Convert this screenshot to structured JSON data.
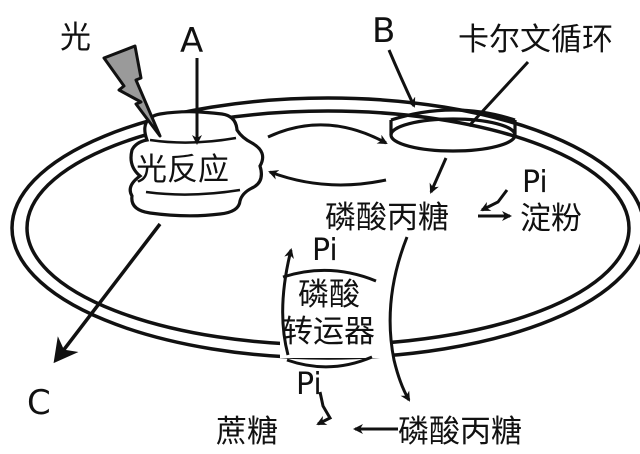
{
  "labels": {
    "light": "光",
    "a": "A",
    "b": "B",
    "c": "C",
    "calvin_cycle": "卡尔文循环",
    "light_reaction": "光反应",
    "triose_phosphate_inner": "磷酸丙糖",
    "pi_starch": "Pi",
    "starch": "淀粉",
    "pi_transporter_top": "Pi",
    "transporter_line1": "磷酸",
    "transporter_line2": "转运器",
    "pi_bottom": "Pi",
    "sucrose": "蔗糖",
    "triose_phosphate_outer": "磷酸丙糖"
  },
  "colors": {
    "stroke": "#111111",
    "lightning_fill": "#9a9a9a",
    "background": "#ffffff"
  }
}
